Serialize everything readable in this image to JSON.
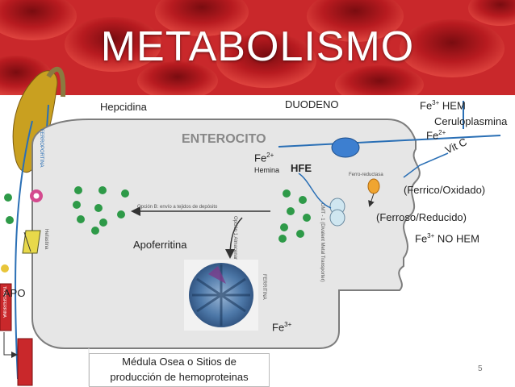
{
  "title": "METABOLISMO",
  "labels": {
    "hepcidina": "Hepcidina",
    "duodeno": "DUODENO",
    "fe3_hem": "Fe",
    "fe3_hem_sup": "3+",
    "fe3_hem_suffix": " HEM",
    "ceruloplasmina": "Ceruloplasmina",
    "fe2_right": "Fe",
    "fe2_right_sup": "2+",
    "vit_c": "Vit C",
    "fe2_left": "Fe",
    "fe2_left_sup": "2+",
    "hemina": "Hemina",
    "hfe": "HFE",
    "ferrico": "(Ferrico/Oxidado)",
    "ferroso": "(Ferroso/Reducido)",
    "fe3_nohem": "Fe",
    "fe3_nohem_sup": "3+",
    "fe3_nohem_suffix": " NO HEM",
    "apoferritina": "Apoferritina",
    "apo": "APO",
    "fe3_bottom": "Fe",
    "fe3_bottom_sup": "3+",
    "medula_line1": "Médula Osea o Sitios de",
    "medula_line2": "producción de hemoproteinas",
    "page_number": "5"
  },
  "diagram_text": {
    "enterocito": "ENTEROCITO",
    "ferroportina": "FERROPORTINA",
    "hefastina": "Hefastina",
    "ferro_reductasa": "Ferro-reductasa",
    "opcion_b": "Opción B: envío a tejidos de depósito",
    "opcion_1": "Opción 1 Almacenamiento",
    "dmt1": "DMT - 1 (Divalent Metal Transporter)",
    "ferritina": "FERRITINA",
    "transferrina": "TRANSFERRINA",
    "ion_fe": "Fe"
  },
  "colors": {
    "cell_fill": "#e6e6e6",
    "cell_stroke": "#7d7d7d",
    "arrow_blue": "#2a6fb5",
    "iron_green": "#2e9a48",
    "iron_yellow": "#e8c53a",
    "transporter_blue": "#3d7fd0",
    "ferroportin_pink": "#d44b8f"
  }
}
